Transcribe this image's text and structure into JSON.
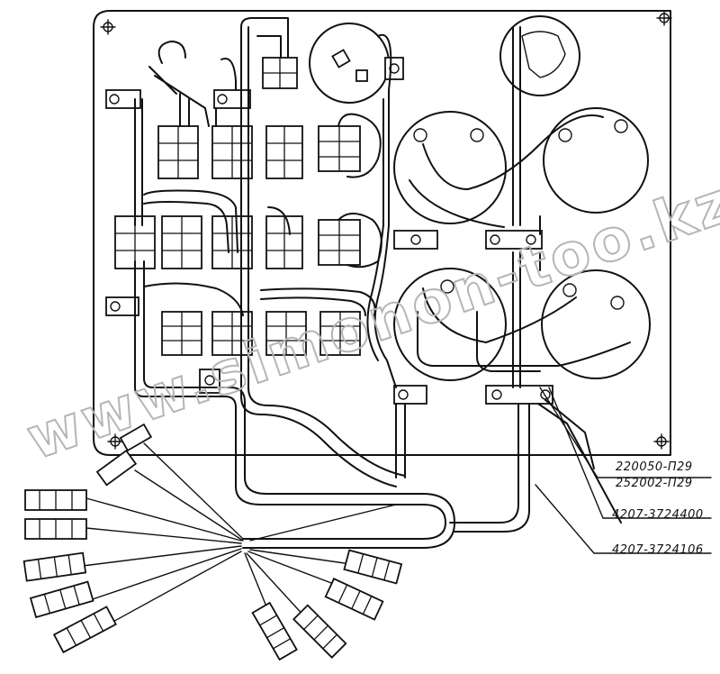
{
  "corner_mark": "",
  "watermark": "www.simonon-too.kz",
  "callouts": [
    {
      "id": "c1",
      "text": "220050-П29"
    },
    {
      "id": "c2",
      "text": "252002-П29"
    },
    {
      "id": "c3",
      "text": "4207-3724400"
    },
    {
      "id": "c4",
      "text": "4207-3724106"
    }
  ]
}
